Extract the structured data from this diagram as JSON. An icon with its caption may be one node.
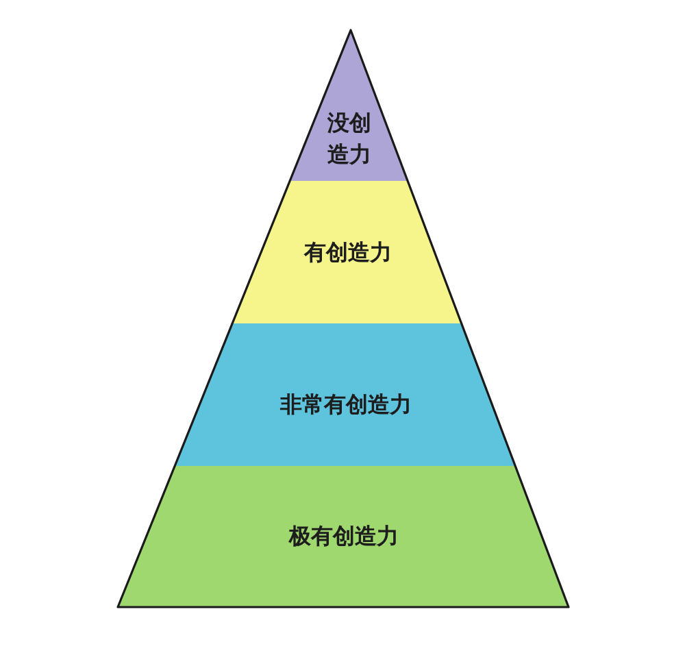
{
  "diagram": {
    "nodes": [
      {
        "text": [
          "没创造力"
        ]
      },
      {
        "text": [
          "有创造力"
        ]
      },
      {
        "text": [
          "非常有创造力"
        ]
      },
      {
        "text": [
          "极有创造力"
        ]
      }
    ]
  }
}
